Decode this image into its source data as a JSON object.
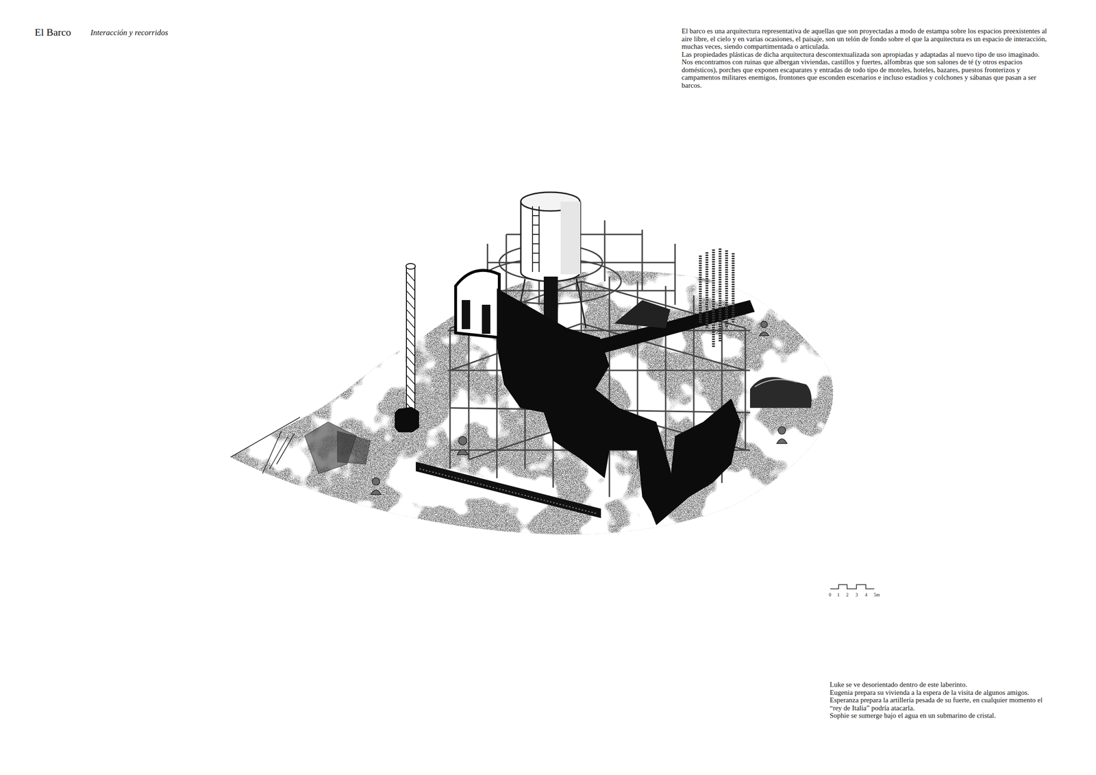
{
  "diagram": {
    "title": "El Barco",
    "labels": [
      "Interacción y recorridos",
      "El barco es una arquitectura representativa de aquellas que son proyectadas a modo de estampa sobre los espacios preexistentes al aire libre, el cielo y en varias ocasiones, el paisaje, son un telón de fondo sobre el que la arquitectura es un espacio de interacción, muchas veces, siendo compartimentada o articulada.",
      "Las propiedades plásticas de dicha arquitectura descontextualizada son apropiadas y adaptadas al nuevo tipo de uso imaginado.",
      "Nos encontramos con ruinas que albergan viviendas, castillos y fuertes, alfombras que son salones de té (y otros espacios domésticos), porches que exponen escaparates y entradas de todo tipo de moteles, hoteles, bazares, puestos fronterizos y campamentos militares enemigos, frontones que esconden escenarios e incluso estadios y colchones y sábanas que pasan a ser barcos.",
      "0",
      "1",
      "2",
      "3",
      "4",
      "5m",
      "Luke se ve desorientado dentro de este laberinto.",
      "Eugenia prepara su vivienda a la espera de la visita de algunos amigos.",
      "Esperanza prepara la artillería pesada de su fuerte, en cualquier momento el “rey de Italia” podría atacarla.",
      "Sophie se sumerge bajo el agua en un submarino de cristal."
    ]
  }
}
